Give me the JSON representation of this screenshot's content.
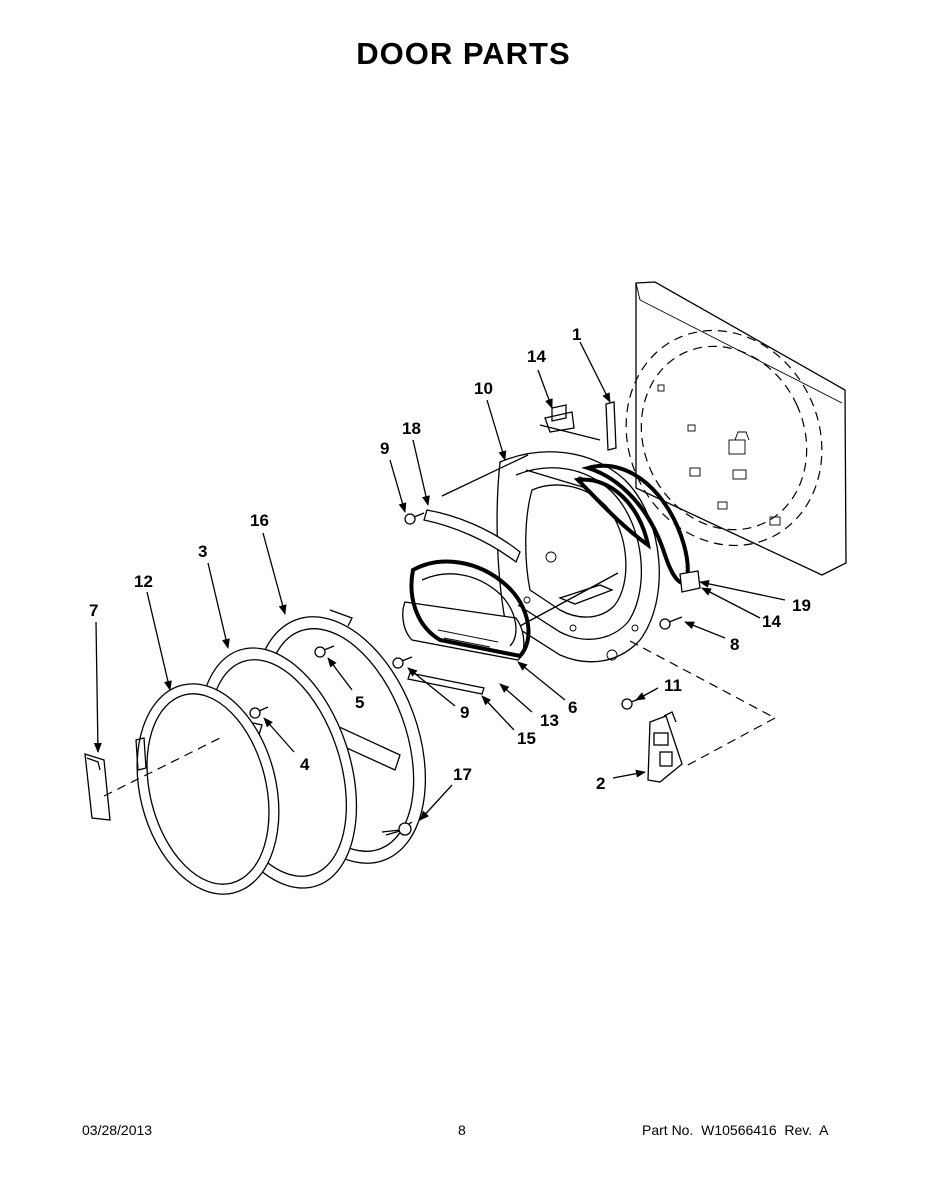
{
  "title": "DOOR PARTS",
  "callouts": {
    "c1": "1",
    "c2": "2",
    "c3": "3",
    "c4": "4",
    "c5": "5",
    "c6": "6",
    "c7": "7",
    "c8": "8",
    "c9a": "9",
    "c9b": "9",
    "c10": "10",
    "c11": "11",
    "c12": "12",
    "c13": "13",
    "c14a": "14",
    "c14b": "14",
    "c15": "15",
    "c16": "16",
    "c17": "17",
    "c18": "18",
    "c19": "19"
  },
  "footer": {
    "date": "03/28/2013",
    "page": "8",
    "part_no": "Part No.  W10566416  Rev.  A"
  }
}
